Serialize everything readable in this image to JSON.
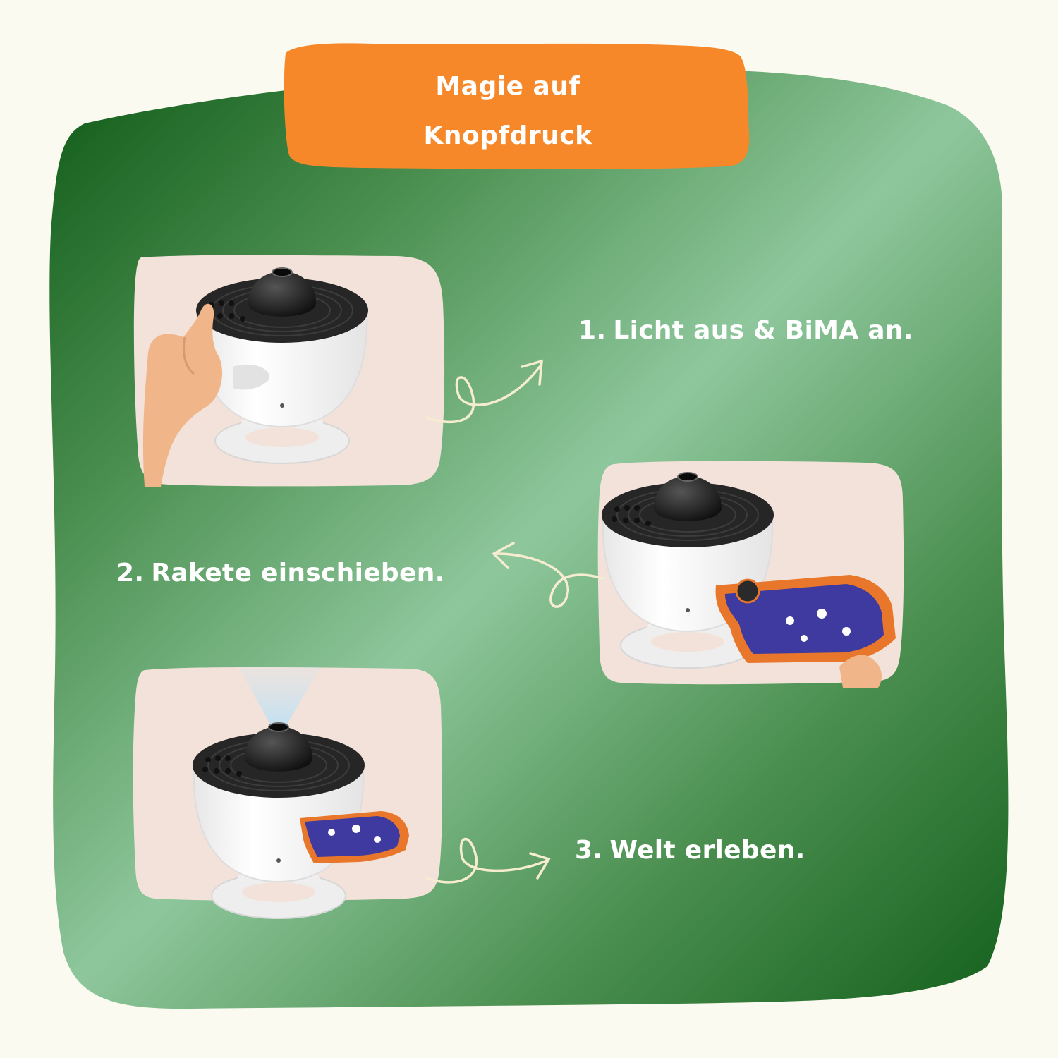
{
  "title": {
    "line1": "Magie auf",
    "line2": "Knopfdruck"
  },
  "steps": [
    {
      "number": "1.",
      "text": "Licht aus & BiMA an."
    },
    {
      "number": "2.",
      "text": "Rakete einschieben."
    },
    {
      "number": "3.",
      "text": "Welt erleben."
    }
  ],
  "colors": {
    "page_background": "#fbfaf1",
    "blob_dark_green": "#1f6a24",
    "blob_light_green": "#8ec79c",
    "banner_orange": "#f7882a",
    "tile_beige": "#f2e2d9",
    "arrow_cream": "#f6ecd0",
    "device_black": "#2a2a2a",
    "device_white": "#f7f7f7",
    "rocket_blue": "#3e3aa0",
    "rocket_orange": "#e8772b"
  },
  "icons": {
    "arrow": "curly-arrow-icon",
    "device": "bima-projector-device"
  }
}
